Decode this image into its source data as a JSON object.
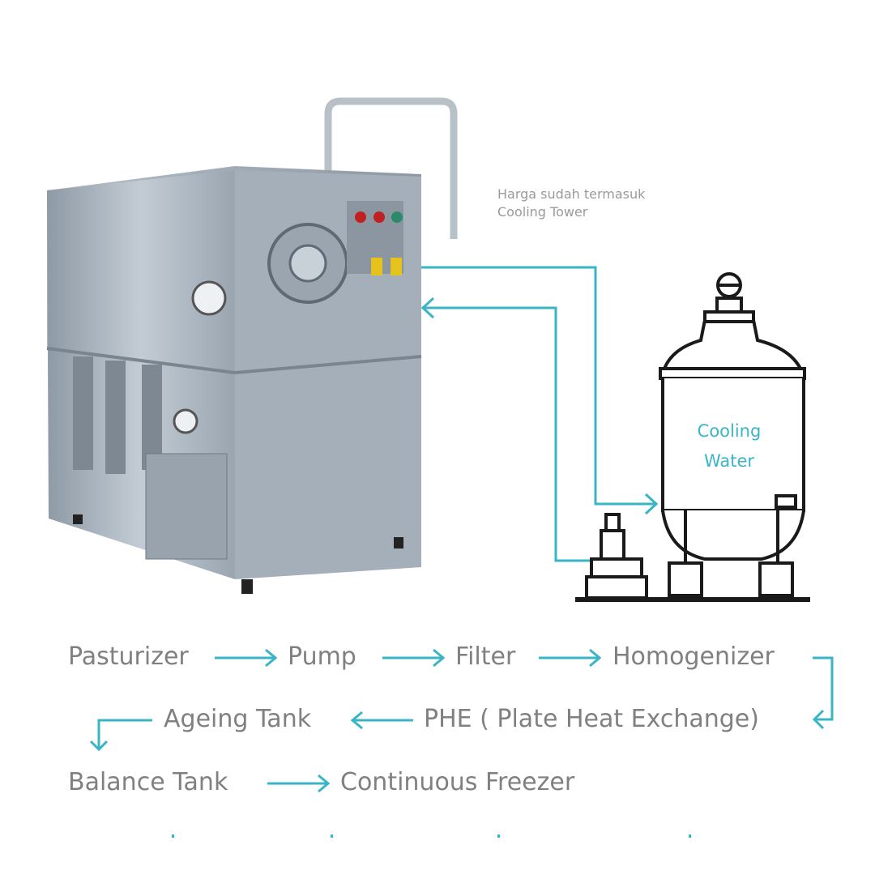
{
  "note": {
    "line1": "Harga sudah termasuk",
    "line2": "Cooling Tower"
  },
  "tower": {
    "label_line1": "Cooling",
    "label_line2": "Water"
  },
  "flow": {
    "steps": [
      "Pasturizer",
      "Pump",
      "Filter",
      "Homogenizer",
      "PHE ( Plate Heat Exchange)",
      "Ageing Tank",
      "Balance Tank",
      "Continuous Freezer"
    ]
  },
  "colors": {
    "accent": "#3ab5c6",
    "text": "#808080",
    "outline": "#1a1a1a"
  }
}
